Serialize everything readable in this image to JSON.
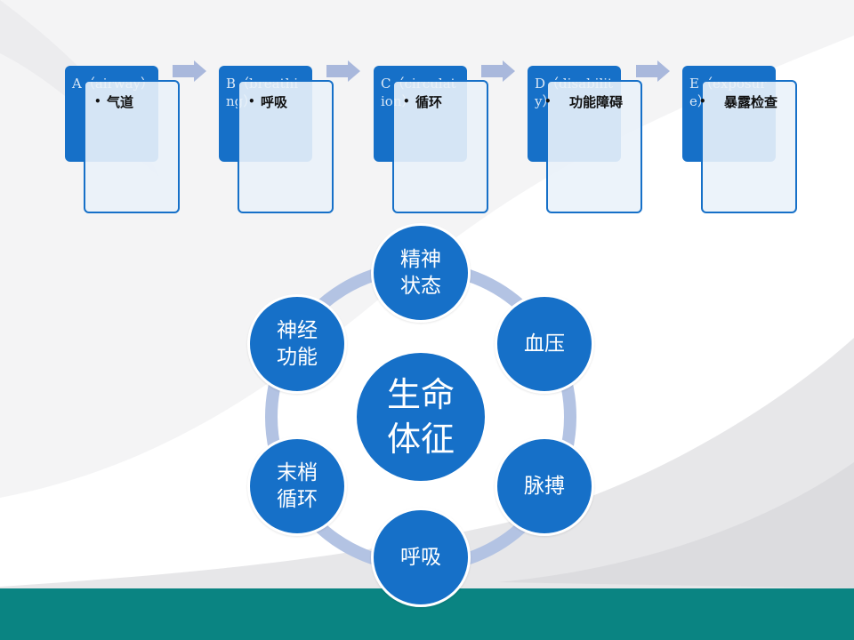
{
  "steps": [
    {
      "title": "A（airway）",
      "bullet": "•",
      "item": "气道"
    },
    {
      "title": "B（breathing）",
      "bullet": "•",
      "item": "呼吸"
    },
    {
      "title": "C（circulation）",
      "bullet": "•",
      "item": "循环"
    },
    {
      "title": "D（disability）",
      "bullet": "•",
      "item": "功能障碍"
    },
    {
      "title": "E（exposure）",
      "bullet": "•",
      "item": "暴露检查"
    }
  ],
  "cycle": {
    "center": "生命体征",
    "nodes": [
      "精神状态",
      "血压",
      "脉搏",
      "呼吸",
      "末梢循环",
      "神经功能"
    ]
  },
  "colors": {
    "primary": "#1670c8",
    "ring": "#b3c3e3",
    "arrow": "#a9b8dc",
    "footer": "#0a8482"
  },
  "icons": [
    "chevron-arrow-icon"
  ]
}
